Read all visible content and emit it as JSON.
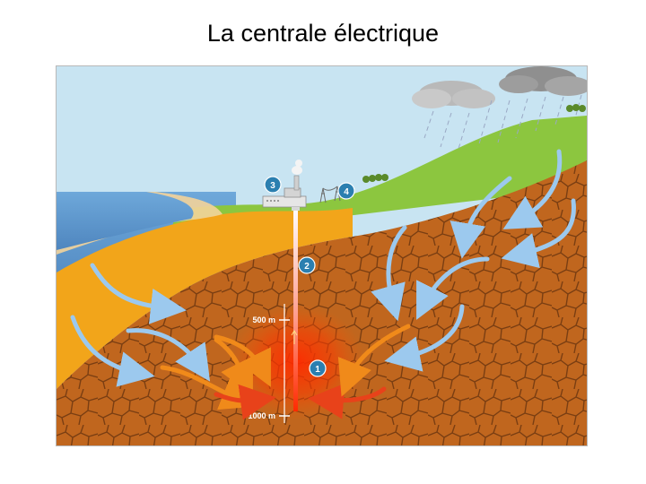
{
  "title": "La centrale électrique",
  "diagram": {
    "markers": [
      {
        "number": "1"
      },
      {
        "number": "2"
      },
      {
        "number": "3"
      },
      {
        "number": "4"
      }
    ],
    "depth_labels": [
      "500 m",
      "1000 m"
    ],
    "icons": [
      "cloud-icon",
      "rain-icon",
      "tree-icon",
      "power-plant-icon",
      "pylon-icon",
      "water-flow-arrow-icon",
      "heat-flow-arrow-icon"
    ],
    "colors": {
      "sky": "#c8e4f2",
      "sea": "#5e9bd0",
      "grass": "#8cc63f",
      "sand": "#f2a51a",
      "rock": "#c0661e",
      "rock_cracks": "#7a3e12",
      "hot_zone": "#ff2a00",
      "water_arrow": "#9cc9ee",
      "heat_arrow": "#f08a1a",
      "badge": "#2b7fb0"
    }
  }
}
